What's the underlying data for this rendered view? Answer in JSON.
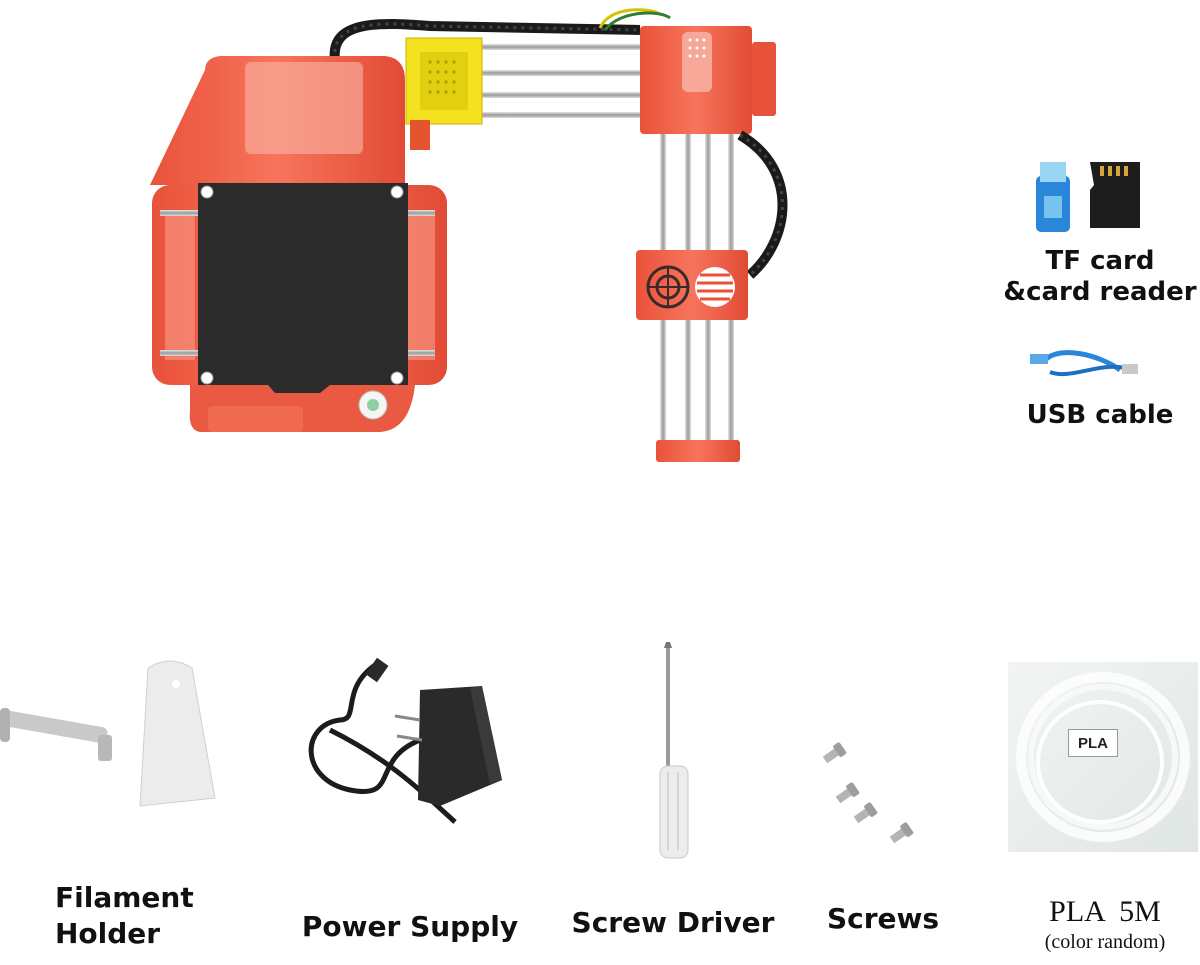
{
  "items": {
    "tf_card": {
      "line1": "TF card",
      "line2": "&card reader"
    },
    "usb_cable": {
      "label": "USB cable"
    },
    "filament_holder": {
      "line1": "Filament",
      "line2": "Holder"
    },
    "power_supply": {
      "label": "Power Supply"
    },
    "screw_driver": {
      "label": "Screw Driver"
    },
    "screws": {
      "label": "Screws"
    },
    "pla": {
      "line1": "PLA  5M",
      "line2": "(color random)",
      "tag": "PLA"
    }
  },
  "colors": {
    "printer_body": "#f2674f",
    "bed": "#2b2b2b",
    "extruder_yellow": "#f4e11f",
    "accent_blue": "#2a86d8"
  }
}
